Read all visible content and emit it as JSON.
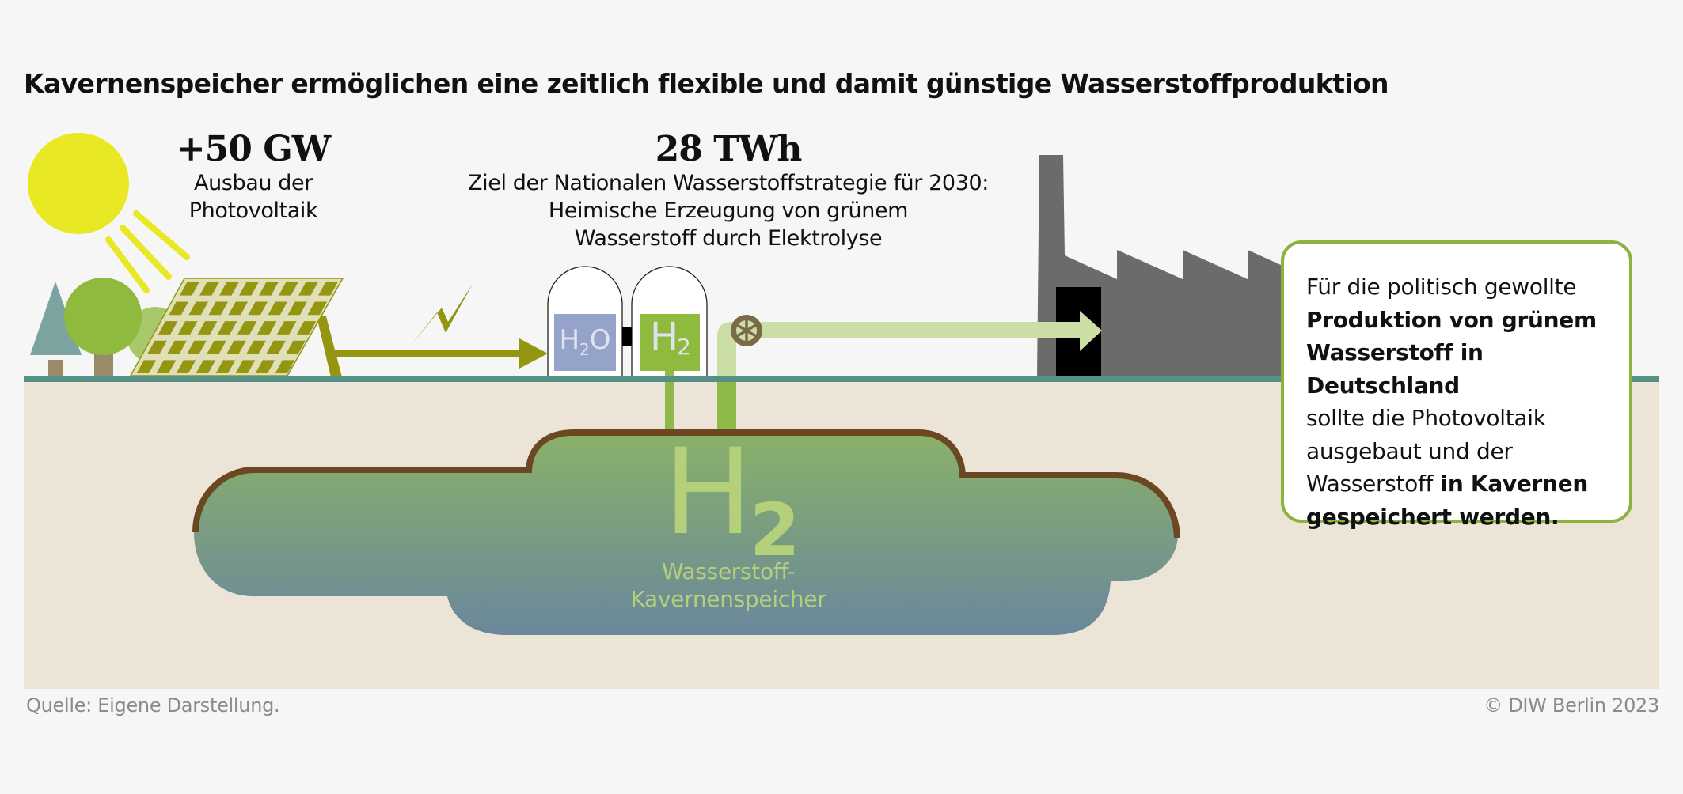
{
  "title": "Kavernenspeicher ermöglichen eine zeitlich flexible und damit günstige Wasserstoffproduktion",
  "pv": {
    "value": "+50 GW",
    "caption_line1": "Ausbau der",
    "caption_line2": "Photovoltaik"
  },
  "target": {
    "value": "28 TWh",
    "line1": "Ziel der Nationalen Wasserstoffstrategie für 2030:",
    "line2": "Heimische Erzeugung von grünem",
    "line3": "Wasserstoff durch Elektrolyse"
  },
  "tanks": {
    "water": {
      "main": "H",
      "sub": "2",
      "tail": "O"
    },
    "hydrogen": {
      "main": "H",
      "sub": "2"
    }
  },
  "cavern": {
    "formula_main": "H",
    "formula_sub": "2",
    "label_line1": "Wasserstoff-",
    "label_line2": "Kavernenspeicher"
  },
  "info_box": {
    "p1": "Für die politisch gewollte",
    "b1": "Produktion von grünem",
    "b2": "Wasserstoff in Deutschland",
    "p2": "sollte die Photovoltaik",
    "p3": "ausgebaut und der",
    "p4": "Wasserstoff",
    "b3": " in Kavernen",
    "b4": "gespeichert werden."
  },
  "footer": {
    "source": "Quelle: Eigene Darstellung.",
    "copyright": "© DIW Berlin 2023"
  },
  "icons": {
    "sun": "sun-icon",
    "trees": "tree-icons",
    "solar_panel": "solar-panel-icon",
    "lightning": "lightning-icon",
    "electrolyser": "electrolyser-tanks-icon",
    "valve": "valve-wheel-icon",
    "factory": "factory-icon",
    "cavern": "cavern-storage-icon"
  },
  "colors": {
    "background": "#f6f6f6",
    "ground_line": "#568f86",
    "soil": "#ece5d7",
    "sun": "#e8e824",
    "olive": "#949611",
    "panel_bg": "#e0e0b8",
    "tree_conifer": "#7ba3a0",
    "tree_round": "#8fba3e",
    "tree_light": "#a8c86a",
    "trunk": "#9a8a6a",
    "water_box": "#95a2c9",
    "h2_box": "#8fba3e",
    "pipe_light": "#cbdea5",
    "pipe_dark": "#8fba4a",
    "valve": "#7a6a48",
    "factory": "#6b6b69",
    "cavern_top": "#8ab268",
    "cavern_bottom": "#6a879c",
    "cavern_rim": "#6b4722",
    "cavern_text": "#b5d07a",
    "box_border": "#8db33e"
  }
}
